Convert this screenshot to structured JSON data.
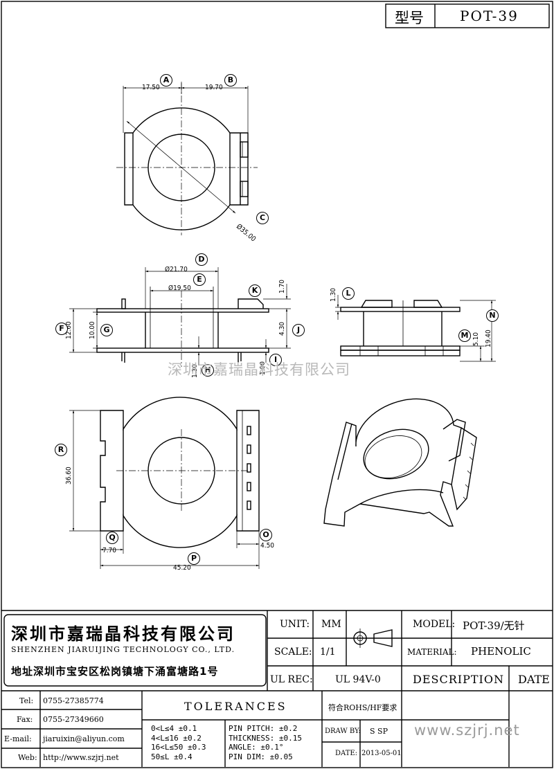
{
  "header": {
    "model_label": "型号",
    "model_value": "POT-39"
  },
  "watermark": "深圳市嘉瑞晶科技有限公司",
  "dimensions": {
    "a": "17.50",
    "b": "19.70",
    "c": "Ø35.00",
    "d": "Ø21.70",
    "e": "Ø19.50",
    "f": "12.60",
    "g": "10.00",
    "h": "1.30",
    "i": "1.00",
    "j": "4.30",
    "k": "1.70",
    "l": "1.30",
    "m": "5.10",
    "n": "19.40",
    "o": "4.50",
    "p": "45.20",
    "q": "7.70",
    "r": "36.60"
  },
  "callouts": [
    "A",
    "B",
    "C",
    "D",
    "E",
    "F",
    "G",
    "H",
    "I",
    "J",
    "K",
    "L",
    "M",
    "N",
    "O",
    "P",
    "Q",
    "R"
  ],
  "title_block": {
    "company_cn": "深圳市嘉瑞晶科技有限公司",
    "company_en": "SHENZHEN JIARUIJING TECHNOLOGY CO., LTD.",
    "address": "地址深圳市宝安区松岗镇塘下涌富塘路1号",
    "unit_label": "UNIT:",
    "unit_value": "MM",
    "scale_label": "SCALE:",
    "scale_value": "1/1",
    "ulrec_label": "UL REC:",
    "ulrec_value": "UL 94V-0",
    "model_label": "MODEL:",
    "model_value": "POT-39/无针",
    "material_label": "MATERIAL:",
    "material_value": "PHENOLIC",
    "description_label": "DESCRIPTION",
    "date_label": "DATE",
    "tel_label": "Tel:",
    "tel_value": "0755-27385774",
    "fax_label": "Fax:",
    "fax_value": "0755-27349660",
    "email_label": "E-mail:",
    "email_value": "jiaruixin@aliyun.com",
    "web_label": "Web:",
    "web_value": "http://www.szjrj.net",
    "tolerances_title": "TOLERANCES",
    "tol_rows": [
      "0<L≤4 ±0.1",
      "4<L≤16 ±0.2",
      "16<L≤50 ±0.3",
      "50≤L ±0.4"
    ],
    "tol_rows2": [
      "PIN PITCH: ±0.2",
      "THICKNESS: ±0.15",
      "ANGLE: ±0.1°",
      "PIN DIM: ±0.05"
    ],
    "rohs": "符合ROHS/HF要求",
    "draw_label": "DRAW BY:",
    "draw_value": "S SP",
    "date_field_label": "DATE:",
    "date_value": "2013-05-01",
    "website_big": "www.szjrj.net"
  }
}
